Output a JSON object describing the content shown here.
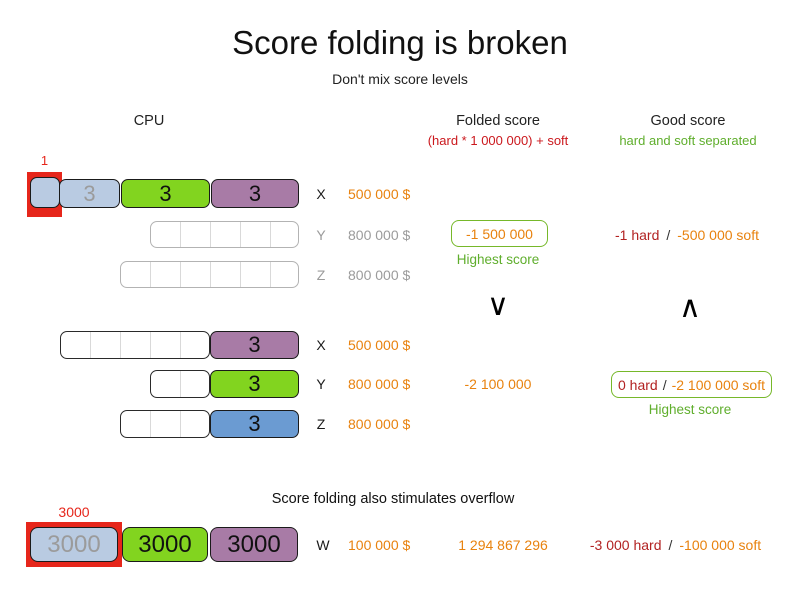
{
  "colors": {
    "orange": "#e8820e",
    "hard-red": "#b22222",
    "alert-red": "#e6261b",
    "crimson": "#cb181d",
    "green": "#5fae2c",
    "box-green": "#76b82a",
    "gray": "#9b9b9b",
    "pale-blue": "#b9cbe2",
    "block-green": "#82d41f",
    "block-purple": "#a87ba6",
    "block-blue": "#6b9bd2",
    "divider": "#d9d9d9"
  },
  "header": {
    "title": "Score folding is broken",
    "subtitle": "Don't mix score levels",
    "col_cpu": "CPU",
    "col_folded": "Folded score",
    "col_folded_sub": "(hard * 1 000 000) + soft",
    "col_good": "Good score",
    "col_good_sub": "hard and soft separated"
  },
  "section1": {
    "overload_label": "1",
    "row_x": {
      "machine": "X",
      "cost": "500 000 $",
      "block_blue": "3",
      "block_green": "3",
      "block_purple": "3"
    },
    "row_y": {
      "machine": "Y",
      "cost": "800 000 $",
      "folded": "-1 500 000",
      "folded_note": "Highest score",
      "good_hard": "-1 hard",
      "good_sep": "/",
      "good_soft": "-500 000 soft"
    },
    "row_z": {
      "machine": "Z",
      "cost": "800 000 $"
    }
  },
  "comparison": {
    "folded": "∨",
    "good": "∧"
  },
  "section2": {
    "row_x": {
      "machine": "X",
      "cost": "500 000 $",
      "block": "3"
    },
    "row_y": {
      "machine": "Y",
      "cost": "800 000 $",
      "block": "3",
      "folded": "-2 100 000",
      "good_hard": "0 hard",
      "good_sep": "/",
      "good_soft": "-2 100 000 soft",
      "good_note": "Highest score"
    },
    "row_z": {
      "machine": "Z",
      "cost": "800 000 $",
      "block": "3"
    }
  },
  "section3": {
    "heading": "Score folding also stimulates overflow",
    "overflow_label": "3000",
    "row_w": {
      "machine": "W",
      "cost": "100 000 $",
      "block_blue": "3000",
      "block_green": "3000",
      "block_purple": "3000",
      "folded": "1 294 867 296",
      "good_hard": "-3 000 hard",
      "good_sep": "/",
      "good_soft": "-100 000 soft"
    }
  }
}
